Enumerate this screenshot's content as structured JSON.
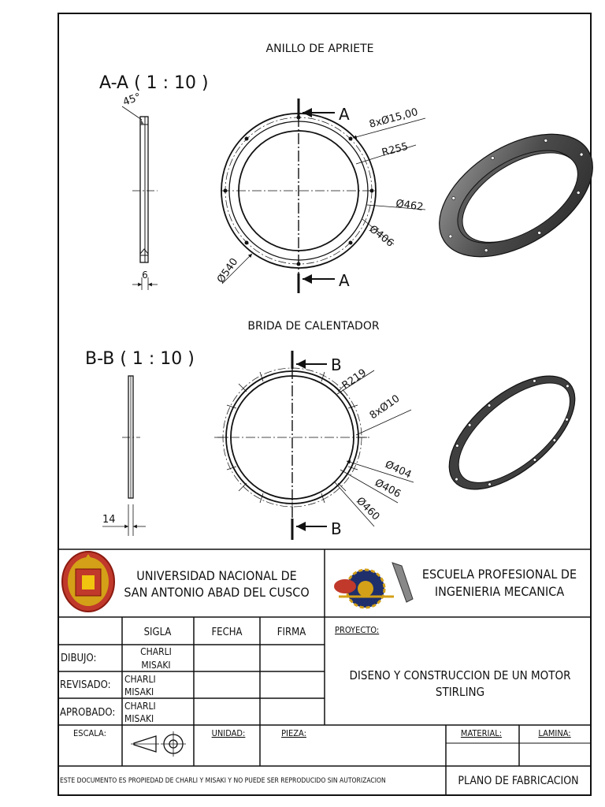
{
  "sheet": {
    "view1_title": "ANILLO DE APRIETE",
    "view1_section": "A-A ( 1 : 10 )",
    "view1_cut_label": "A",
    "view1_dims": {
      "chamfer": "45°",
      "holes": "8xØ15,00",
      "radius": "R255",
      "d_outer": "Ø462",
      "d_inner": "Ø406",
      "d_540": "Ø540",
      "thickness": "6"
    },
    "view2_title": "BRIDA DE CALENTADOR",
    "view2_section": "B-B ( 1 : 10 )",
    "view2_cut_label": "B",
    "view2_dims": {
      "radius": "R219",
      "holes": "8xØ10",
      "d_404": "Ø404",
      "d_406": "Ø406",
      "d_460": "Ø460",
      "thickness": "14"
    }
  },
  "title_block": {
    "university_line1": "UNIVERSIDAD NACIONAL DE",
    "university_line2": "SAN ANTONIO ABAD DEL CUSCO",
    "school_line1": "ESCUELA PROFESIONAL DE",
    "school_line2": "INGENIERIA MECANICA",
    "col_sigla": "SIGLA",
    "col_fecha": "FECHA",
    "col_firma": "FIRMA",
    "row_dibujo": "DIBUJO:",
    "row_revisado": "REVISADO:",
    "row_aprobado": "APROBADO:",
    "sigla_name1": "CHARLI",
    "sigla_name2": "MISAKI",
    "proyecto_label": "PROYECTO:",
    "proyecto_line1": "DISENO Y CONSTRUCCION DE UN MOTOR",
    "proyecto_line2": "STIRLING",
    "escala_label": "ESCALA:",
    "unidad_label": "UNIDAD:",
    "pieza_label": "PIEZA:",
    "material_label": "MATERIAL:",
    "lamina_label": "LAMINA:",
    "footer_note": "ESTE DOCUMENTO ES PROPIEDAD DE CHARLI Y MISAKI Y NO PUEDE SER REPRODUCIDO SIN AUTORIZACION",
    "plano": "PLANO DE FABRICACION"
  },
  "colors": {
    "line": "#111111",
    "ring_dark": "#3c3c3c",
    "ring_light": "#8a8a8a",
    "logo_red": "#c0392b",
    "logo_gold": "#d4a017"
  }
}
